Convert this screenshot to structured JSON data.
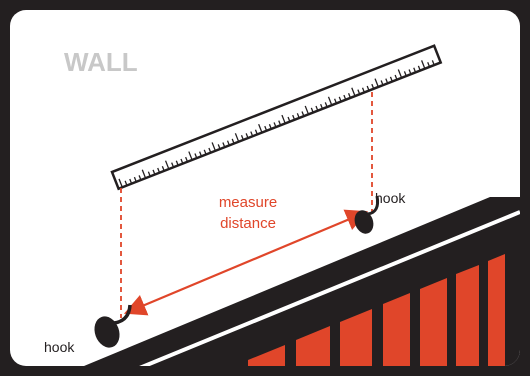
{
  "wall_label": "WALL",
  "measure_label_line1": "measure",
  "measure_label_line2": "distance",
  "hook_upper_label": "hook",
  "hook_lower_label": "hook",
  "colors": {
    "frame": "#231f20",
    "wall_text": "#c8c8c8",
    "accent": "#e0462a",
    "panel": "#e0462a",
    "ruler_fill": "#ffffff",
    "background": "#ffffff"
  },
  "icons": [
    "ruler-icon",
    "hook-icon",
    "stair-rail-icon",
    "double-arrow-icon"
  ]
}
